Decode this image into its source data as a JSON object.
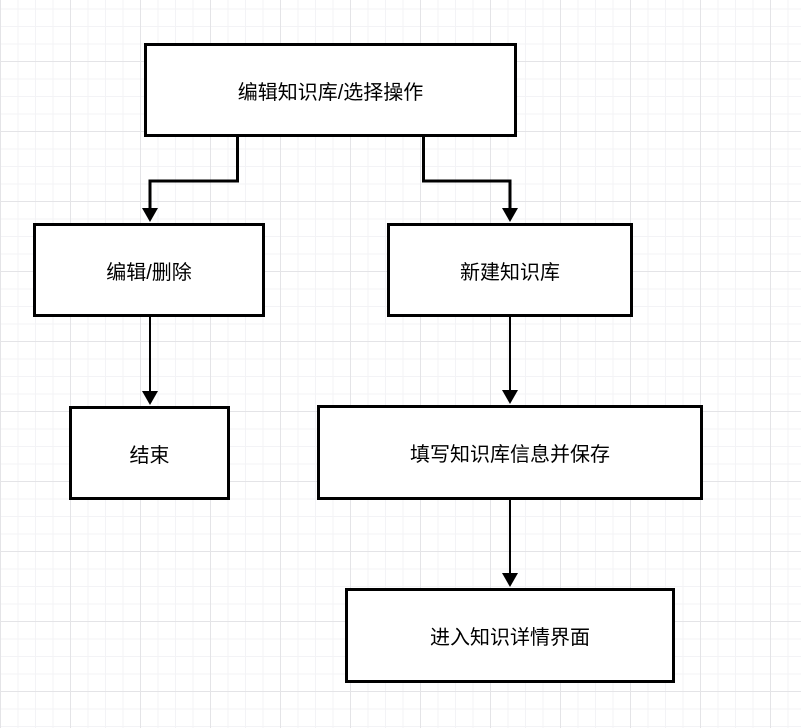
{
  "diagram": {
    "type": "flowchart",
    "nodes": [
      {
        "id": "select-operation",
        "label": "编辑知识库/选择操作"
      },
      {
        "id": "edit-delete",
        "label": "编辑/删除"
      },
      {
        "id": "create-kb",
        "label": "新建知识库"
      },
      {
        "id": "end",
        "label": "结束"
      },
      {
        "id": "fill-info-save",
        "label": "填写知识库信息并保存"
      },
      {
        "id": "kb-detail-page",
        "label": "进入知识详情界面"
      }
    ],
    "edges": [
      {
        "from": "select-operation",
        "to": "edit-delete"
      },
      {
        "from": "select-operation",
        "to": "create-kb"
      },
      {
        "from": "edit-delete",
        "to": "end"
      },
      {
        "from": "create-kb",
        "to": "fill-info-save"
      },
      {
        "from": "fill-info-save",
        "to": "kb-detail-page"
      }
    ],
    "colors": {
      "node_fill": "#ffffff",
      "node_stroke": "#000000",
      "edge_stroke": "#000000",
      "canvas_background": "#ffffff",
      "grid_minor": "#f3f3f6",
      "grid_major": "#e4e4e7"
    }
  }
}
